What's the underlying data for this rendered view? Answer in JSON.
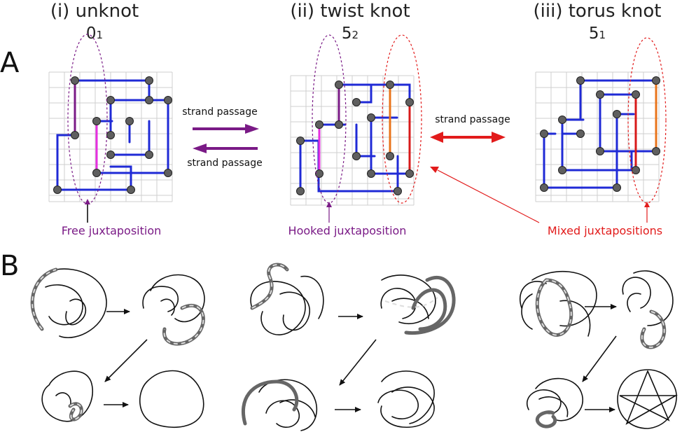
{
  "columns": [
    {
      "title": "(i) unknot",
      "notation_main": "0",
      "notation_sub": "1"
    },
    {
      "title": "(ii) twist knot",
      "notation_main": "5",
      "notation_sub": "2"
    },
    {
      "title": "(iii) torus knot",
      "notation_main": "5",
      "notation_sub": "1"
    }
  ],
  "panels": {
    "a": "A",
    "b": "B"
  },
  "arrows": {
    "forward": "strand passage",
    "backward": "strand passage",
    "double": "strand passage"
  },
  "captions": {
    "free": "Free juxtaposition",
    "hooked": "Hooked juxtaposition",
    "mixed": "Mixed juxtapositions"
  },
  "colors": {
    "chain": "#1f2ad6",
    "passage_violet": "#7a1a86",
    "passage_red": "#e21b1b",
    "highlight_magenta": "#e62ee0",
    "highlight_orange": "#e9741b"
  }
}
